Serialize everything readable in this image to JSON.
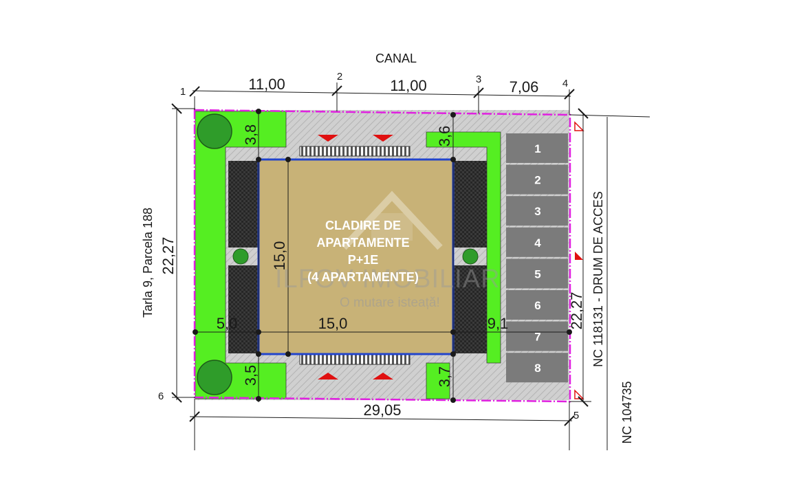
{
  "labels": {
    "north": "CANAL",
    "west": "Tarla 9, Parcela 188",
    "east_road": "NC 118131 - DRUM DE ACCES",
    "east_far": "NC 104735"
  },
  "building": {
    "line1": "CLADIRE DE",
    "line2": "APARTAMENTE",
    "line3": "P+1E",
    "line4": "(4 APARTAMENTE)"
  },
  "dimensions": {
    "top_a": "11,00",
    "top_b": "11,00",
    "top_c": "7,06",
    "left_total": "22,27",
    "right_total": "22,27",
    "bottom_total": "29,05",
    "setback_top_left": "3,8",
    "setback_top_right": "3,6",
    "setback_bottom_left": "3,5",
    "setback_bottom_right": "3,7",
    "building_height": "15,0",
    "building_width": "15,0",
    "setback_left": "5,0",
    "setback_right": "9,1"
  },
  "corners": [
    "1",
    "2",
    "3",
    "4",
    "5",
    "6"
  ],
  "parking": [
    "1",
    "2",
    "3",
    "4",
    "5",
    "6",
    "7",
    "8"
  ],
  "watermark": {
    "brand": "ILFOV IMOBILIAR",
    "tagline": "O mutare isteață!"
  },
  "colors": {
    "boundary": "#e020e0",
    "lawn": "#55ee22",
    "paving": "#c8c8c8",
    "building": "#c8b277",
    "building_outline": "#2244cc",
    "parking": "#7b7b7b",
    "terrace": "#333333",
    "marker": "#e01010"
  }
}
